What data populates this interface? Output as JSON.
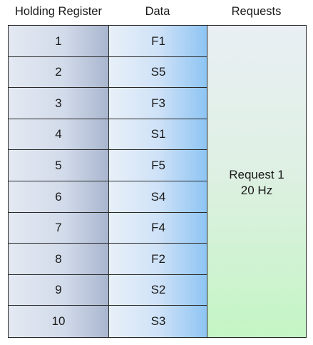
{
  "headers": {
    "register": "Holding Register",
    "data": "Data",
    "requests": "Requests"
  },
  "rows": [
    {
      "register": "1",
      "data": "F1"
    },
    {
      "register": "2",
      "data": "S5"
    },
    {
      "register": "3",
      "data": "F3"
    },
    {
      "register": "4",
      "data": "S1"
    },
    {
      "register": "5",
      "data": "F5"
    },
    {
      "register": "6",
      "data": "S4"
    },
    {
      "register": "7",
      "data": "F4"
    },
    {
      "register": "8",
      "data": "F2"
    },
    {
      "register": "9",
      "data": "S2"
    },
    {
      "register": "10",
      "data": "S3"
    }
  ],
  "request": {
    "name": "Request 1",
    "rate": "20 Hz"
  }
}
